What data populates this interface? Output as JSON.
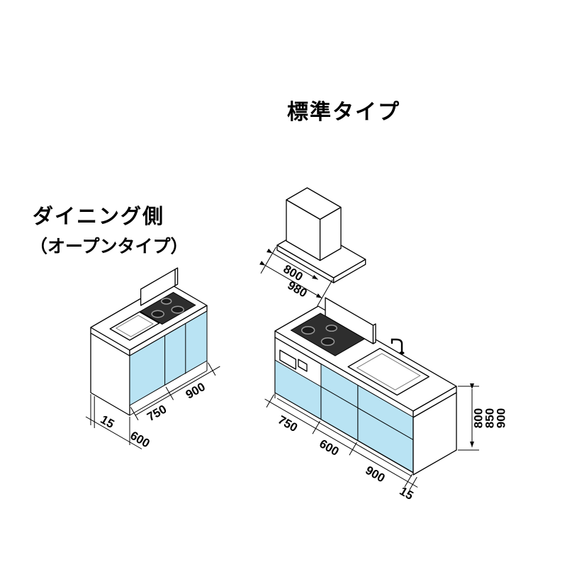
{
  "title": "標準タイプ",
  "side_label": {
    "line1": "ダイニング側",
    "line2": "（オープンタイプ）"
  },
  "left": {
    "dim_750": "750",
    "dim_900": "900",
    "dim_15": "15",
    "dim_600": "600"
  },
  "right": {
    "hood_800": "800",
    "hood_980": "980",
    "dim_750": "750",
    "dim_600": "600",
    "dim_900": "900",
    "dim_15": "15",
    "h_800": "800",
    "h_850": "850",
    "h_900": "900"
  },
  "colors": {
    "cabinet_blue": "#b9e3f3",
    "cooktop": "#2e2e2e",
    "line": "#000000",
    "bg": "#ffffff"
  }
}
